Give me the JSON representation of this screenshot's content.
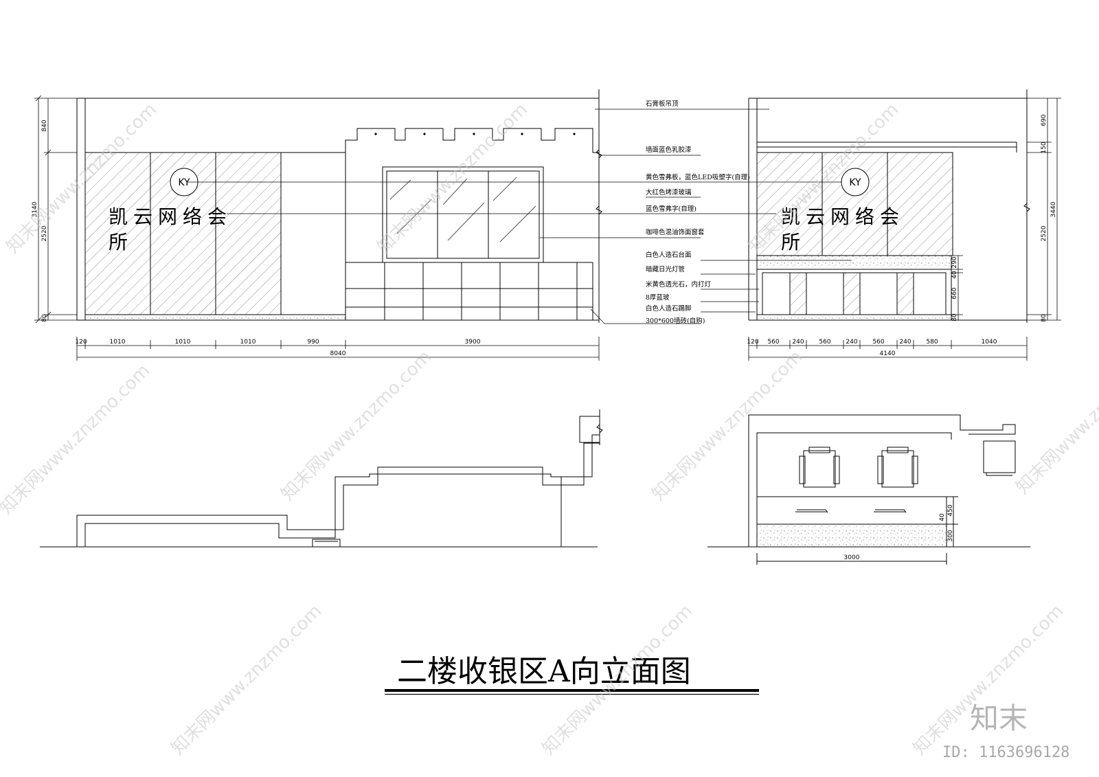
{
  "title": "二楼收银区A向立面图",
  "sign": {
    "logo_letters": "KY",
    "line1": "凯云网络会",
    "line2": "所"
  },
  "annotations": [
    "石膏板吊顶",
    "墙面蓝色乳胶漆",
    "黄色雪弗板，蓝色LED吸塑字(自理)",
    "大红色烤漆玻璃",
    "蓝色雪弗字(自理)",
    "咖啡色混油饰面窗套",
    "白色人造石台面",
    "暗藏日光灯管",
    "米黄色透光石，内打灯",
    "8厚蓝玻",
    "白色人造石踢脚",
    "300*600墙砖(自购)"
  ],
  "left_elevation": {
    "vertical_dims": [
      "840",
      "3140",
      "2520",
      "80"
    ],
    "horizontal_dims": [
      "120",
      "1010",
      "1010",
      "1010",
      "990",
      "3900"
    ],
    "total": "8040"
  },
  "right_elevation": {
    "vertical_dims": [
      "690",
      "150",
      "3440",
      "2520",
      "290",
      "40",
      "660",
      "80",
      "80"
    ],
    "horizontal_dims": [
      "120",
      "560",
      "240",
      "560",
      "240",
      "560",
      "240",
      "580",
      "1040"
    ],
    "total": "4140"
  },
  "counter_section": {
    "vertical_dims": [
      "450",
      "40",
      "300"
    ],
    "width": "3000"
  },
  "watermark": {
    "repeat_text": "知末网www.znzmo.com",
    "brand": "知末",
    "id": "ID: 1163696128"
  }
}
